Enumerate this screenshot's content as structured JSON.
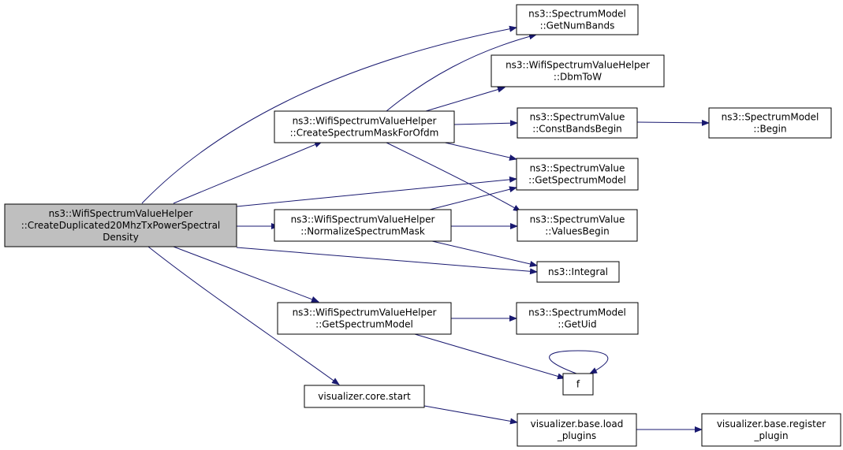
{
  "nodes": [
    {
      "id": "root",
      "lines": [
        "ns3::WifiSpectrumValueHelper",
        "::CreateDuplicated20MhzTxPowerSpectral",
        "Density"
      ],
      "highlight": true
    },
    {
      "id": "mask",
      "lines": [
        "ns3::WifiSpectrumValueHelper",
        "::CreateSpectrumMaskForOfdm"
      ]
    },
    {
      "id": "norm",
      "lines": [
        "ns3::WifiSpectrumValueHelper",
        "::NormalizeSpectrumMask"
      ]
    },
    {
      "id": "getsm",
      "lines": [
        "ns3::WifiSpectrumValueHelper",
        "::GetSpectrumModel"
      ]
    },
    {
      "id": "vstart",
      "lines": [
        "visualizer.core.start"
      ]
    },
    {
      "id": "numbands",
      "lines": [
        "ns3::SpectrumModel",
        "::GetNumBands"
      ]
    },
    {
      "id": "dbmtow",
      "lines": [
        "ns3::WifiSpectrumValueHelper",
        "::DbmToW"
      ]
    },
    {
      "id": "constbands",
      "lines": [
        "ns3::SpectrumValue",
        "::ConstBandsBegin"
      ]
    },
    {
      "id": "smbegin",
      "lines": [
        "ns3::SpectrumModel",
        "::Begin"
      ]
    },
    {
      "id": "svgetsm",
      "lines": [
        "ns3::SpectrumValue",
        "::GetSpectrumModel"
      ]
    },
    {
      "id": "valbegin",
      "lines": [
        "ns3::SpectrumValue",
        "::ValuesBegin"
      ]
    },
    {
      "id": "integral",
      "lines": [
        "ns3::Integral"
      ]
    },
    {
      "id": "getuid",
      "lines": [
        "ns3::SpectrumModel",
        "::GetUid"
      ]
    },
    {
      "id": "f",
      "lines": [
        "f"
      ]
    },
    {
      "id": "loadplugins",
      "lines": [
        "visualizer.base.load",
        "_plugins"
      ]
    },
    {
      "id": "regplugin",
      "lines": [
        "visualizer.base.register",
        "_plugin"
      ]
    }
  ],
  "edges": [
    {
      "from": "root",
      "to": "numbands"
    },
    {
      "from": "root",
      "to": "mask"
    },
    {
      "from": "root",
      "to": "svgetsm"
    },
    {
      "from": "root",
      "to": "norm"
    },
    {
      "from": "root",
      "to": "integral"
    },
    {
      "from": "root",
      "to": "getsm"
    },
    {
      "from": "root",
      "to": "vstart"
    },
    {
      "from": "mask",
      "to": "numbands"
    },
    {
      "from": "mask",
      "to": "dbmtow"
    },
    {
      "from": "mask",
      "to": "constbands"
    },
    {
      "from": "mask",
      "to": "svgetsm"
    },
    {
      "from": "mask",
      "to": "valbegin"
    },
    {
      "from": "constbands",
      "to": "smbegin"
    },
    {
      "from": "norm",
      "to": "svgetsm"
    },
    {
      "from": "norm",
      "to": "valbegin"
    },
    {
      "from": "norm",
      "to": "integral"
    },
    {
      "from": "getsm",
      "to": "getuid"
    },
    {
      "from": "getsm",
      "to": "f"
    },
    {
      "from": "f",
      "to": "f"
    },
    {
      "from": "vstart",
      "to": "loadplugins"
    },
    {
      "from": "loadplugins",
      "to": "regplugin"
    }
  ],
  "colors": {
    "edge": "#191970",
    "root_fill": "#bfbfbf",
    "node_fill": "#ffffff",
    "border": "#000000"
  }
}
